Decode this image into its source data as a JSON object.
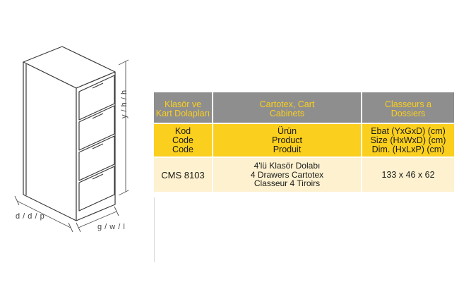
{
  "dimension_labels": {
    "height": "y / h / h",
    "depth": "d / d / p",
    "width": "g / w / l"
  },
  "table": {
    "header": [
      [
        "Klasör ve",
        "Kart Dolapları"
      ],
      [
        "Cartotex, Cart",
        "Cabinets"
      ],
      [
        "Classeurs a",
        "Dossiers"
      ]
    ],
    "subheader": [
      [
        "Kod",
        "Code",
        "Code"
      ],
      [
        "Ürün",
        "Product",
        "Produit"
      ],
      [
        "Ebat (YxGxD) (cm)",
        "Size (HxWxD) (cm)",
        "Dim. (HxLxP) (cm)"
      ]
    ],
    "rows": [
      {
        "code": "CMS 8103",
        "product": [
          "4'lü Klasör Dolabı",
          "4 Drawers Cartotex",
          "Classeur 4 Tiroirs"
        ],
        "size": "133 x 46 x 62"
      }
    ]
  },
  "colors": {
    "header_bg": "#8e8e8e",
    "header_text": "#fbcf1d",
    "subheader_bg": "#fbcf1d",
    "data_bg": "#fdf1cf"
  }
}
